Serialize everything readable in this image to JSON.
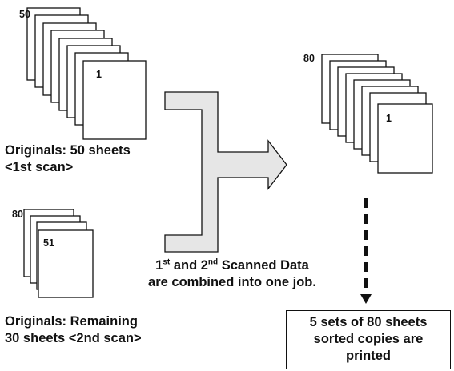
{
  "originals_first": {
    "top_page_number": "50",
    "front_page_number": "1",
    "caption_line1": "Originals: 50 sheets",
    "caption_line2": "<1st scan>"
  },
  "originals_second": {
    "top_page_number": "80",
    "front_page_number": "51",
    "caption_line1": "Originals: Remaining",
    "caption_line2": "30 sheets <2nd scan>"
  },
  "combined": {
    "top_page_number": "80",
    "front_page_number": "1"
  },
  "merge_label": {
    "line1_ordinal_a": "1",
    "line1_sup_a": "st",
    "line1_mid": " and 2",
    "line1_sup_b": "nd",
    "line1_end": " Scanned Data",
    "line2": "are combined into one job."
  },
  "result": {
    "line1": "5 sets of 80 sheets",
    "line2": "sorted copies are",
    "line3": "printed"
  }
}
